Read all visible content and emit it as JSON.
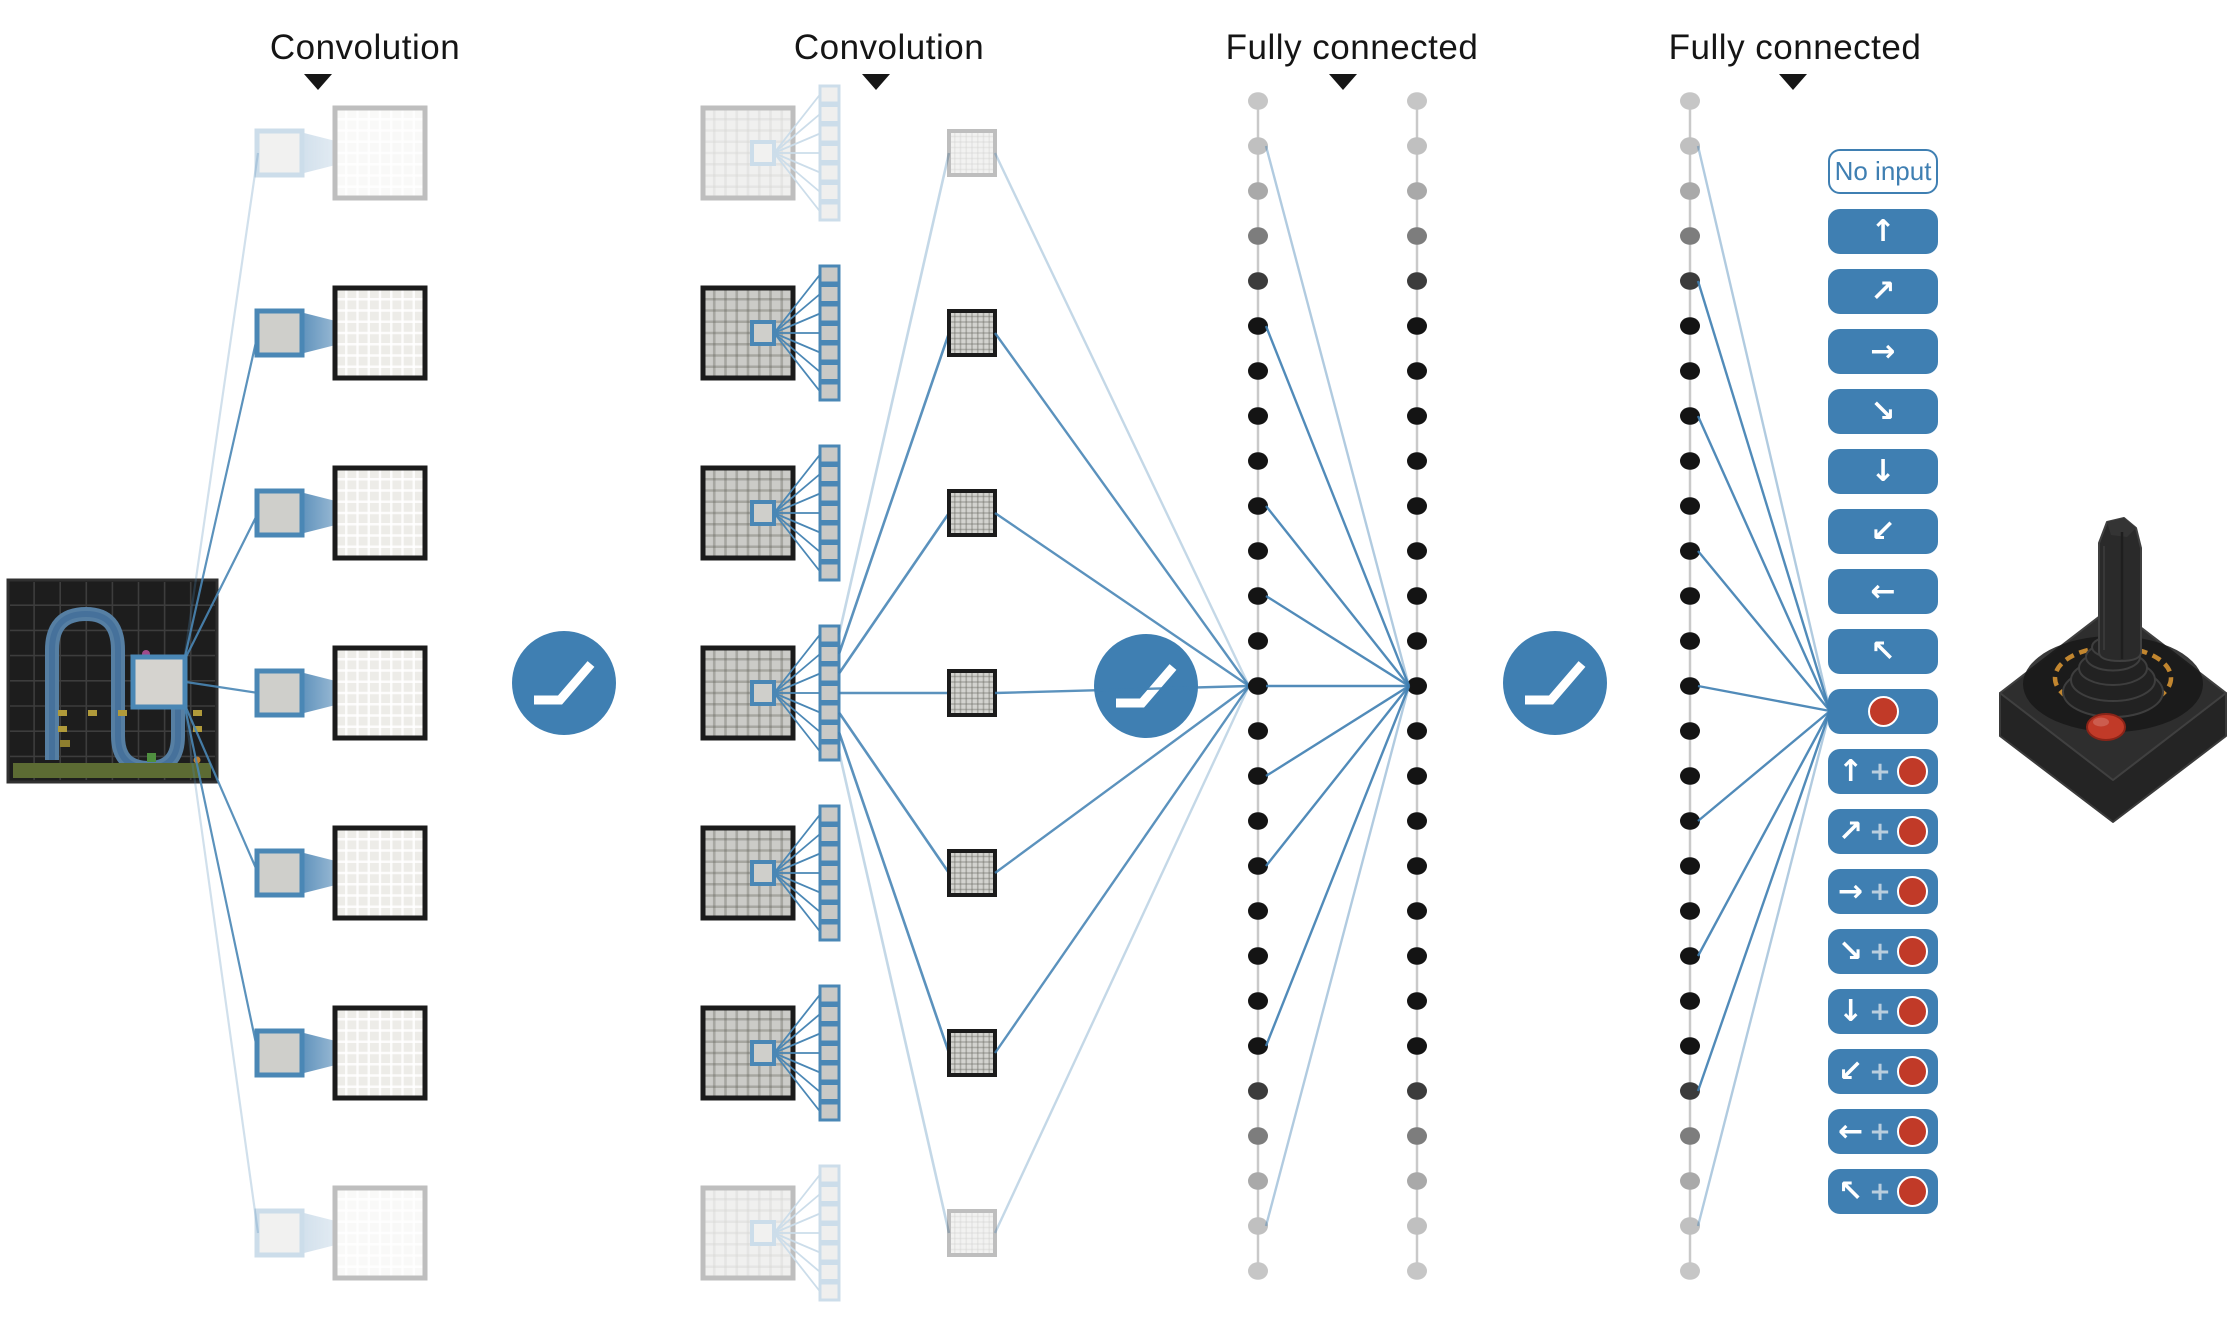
{
  "layers": {
    "conv1_label": "Convolution",
    "conv2_label": "Convolution",
    "fc1_label": "Fully connected",
    "fc2_label": "Fully connected"
  },
  "network": {
    "feature_map_rows": 7,
    "conv2_filter_taps": 7,
    "fc_units_shown_per_column": 27,
    "activation": "relu"
  },
  "icons": {
    "activation": "relu-icon",
    "input_thumbnail": "game-screen-thumbnail",
    "output_device": "atari-joystick-icon",
    "label_marker": "triangle-down-icon"
  },
  "combo_plus": "+",
  "actions": [
    {
      "id": "no-input",
      "style": "outline",
      "label": "No input"
    },
    {
      "id": "up",
      "style": "solid",
      "glyph": "↑"
    },
    {
      "id": "up-right",
      "style": "solid",
      "glyph": "↗"
    },
    {
      "id": "right",
      "style": "solid",
      "glyph": "→"
    },
    {
      "id": "down-right",
      "style": "solid",
      "glyph": "↘"
    },
    {
      "id": "down",
      "style": "solid",
      "glyph": "↓"
    },
    {
      "id": "down-left",
      "style": "solid",
      "glyph": "↙"
    },
    {
      "id": "left",
      "style": "solid",
      "glyph": "←"
    },
    {
      "id": "up-left",
      "style": "solid",
      "glyph": "↖"
    },
    {
      "id": "fire",
      "style": "fire"
    },
    {
      "id": "up-fire",
      "style": "combo",
      "glyph": "↑"
    },
    {
      "id": "up-right-fire",
      "style": "combo",
      "glyph": "↗"
    },
    {
      "id": "right-fire",
      "style": "combo",
      "glyph": "→"
    },
    {
      "id": "down-right-fire",
      "style": "combo",
      "glyph": "↘"
    },
    {
      "id": "down-fire",
      "style": "combo",
      "glyph": "↓"
    },
    {
      "id": "down-left-fire",
      "style": "combo",
      "glyph": "↙"
    },
    {
      "id": "left-fire",
      "style": "combo",
      "glyph": "←"
    },
    {
      "id": "up-left-fire",
      "style": "combo",
      "glyph": "↖"
    }
  ],
  "colors": {
    "accent_blue": "#3f7fb2",
    "line_blue": "#4a87b5",
    "fire_red": "#c13a28",
    "grid_border": "#1b1b1b",
    "label_text": "#151515",
    "dot_black": "#141414",
    "dot_fade": "#c6c6c6",
    "column_gray": "#c9c9c9"
  }
}
